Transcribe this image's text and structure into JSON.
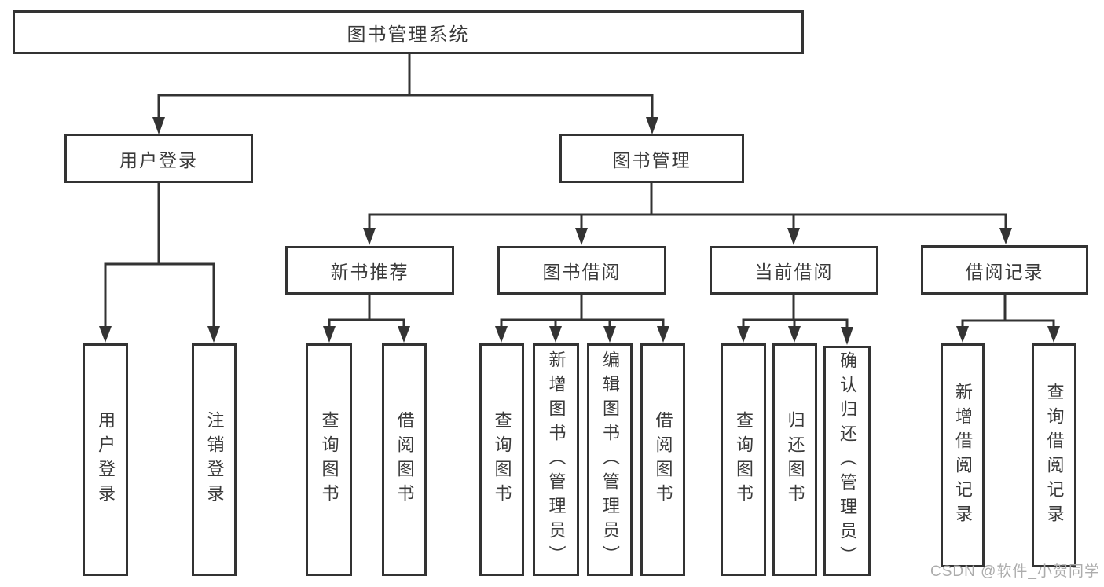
{
  "diagram": {
    "root": {
      "label": "图书管理系统"
    },
    "level2": [
      {
        "label": "用户登录",
        "leaves": [
          {
            "label": "用户登录"
          },
          {
            "label": "注销登录"
          }
        ]
      },
      {
        "label": "图书管理",
        "groups": [
          {
            "label": "新书推荐",
            "leaves": [
              {
                "label": "查询图书"
              },
              {
                "label": "借阅图书"
              }
            ]
          },
          {
            "label": "图书借阅",
            "leaves": [
              {
                "label": "查询图书"
              },
              {
                "label": "新增图书（管理员）"
              },
              {
                "label": "编辑图书（管理员）"
              },
              {
                "label": "借阅图书"
              }
            ]
          },
          {
            "label": "当前借阅",
            "leaves": [
              {
                "label": "查询图书"
              },
              {
                "label": "归还图书"
              },
              {
                "label": "确认归还（管理员）"
              }
            ]
          },
          {
            "label": "借阅记录",
            "leaves": [
              {
                "label": "新增借阅记录"
              },
              {
                "label": "查询借阅记录"
              }
            ]
          }
        ]
      }
    ]
  },
  "watermark": {
    "text": "CSDN @软件_小贺同学"
  },
  "colors": {
    "line": "#333333",
    "box_border": "#333333",
    "text": "#3a3a3a",
    "background": "#ffffff",
    "watermark": "#acacac"
  }
}
